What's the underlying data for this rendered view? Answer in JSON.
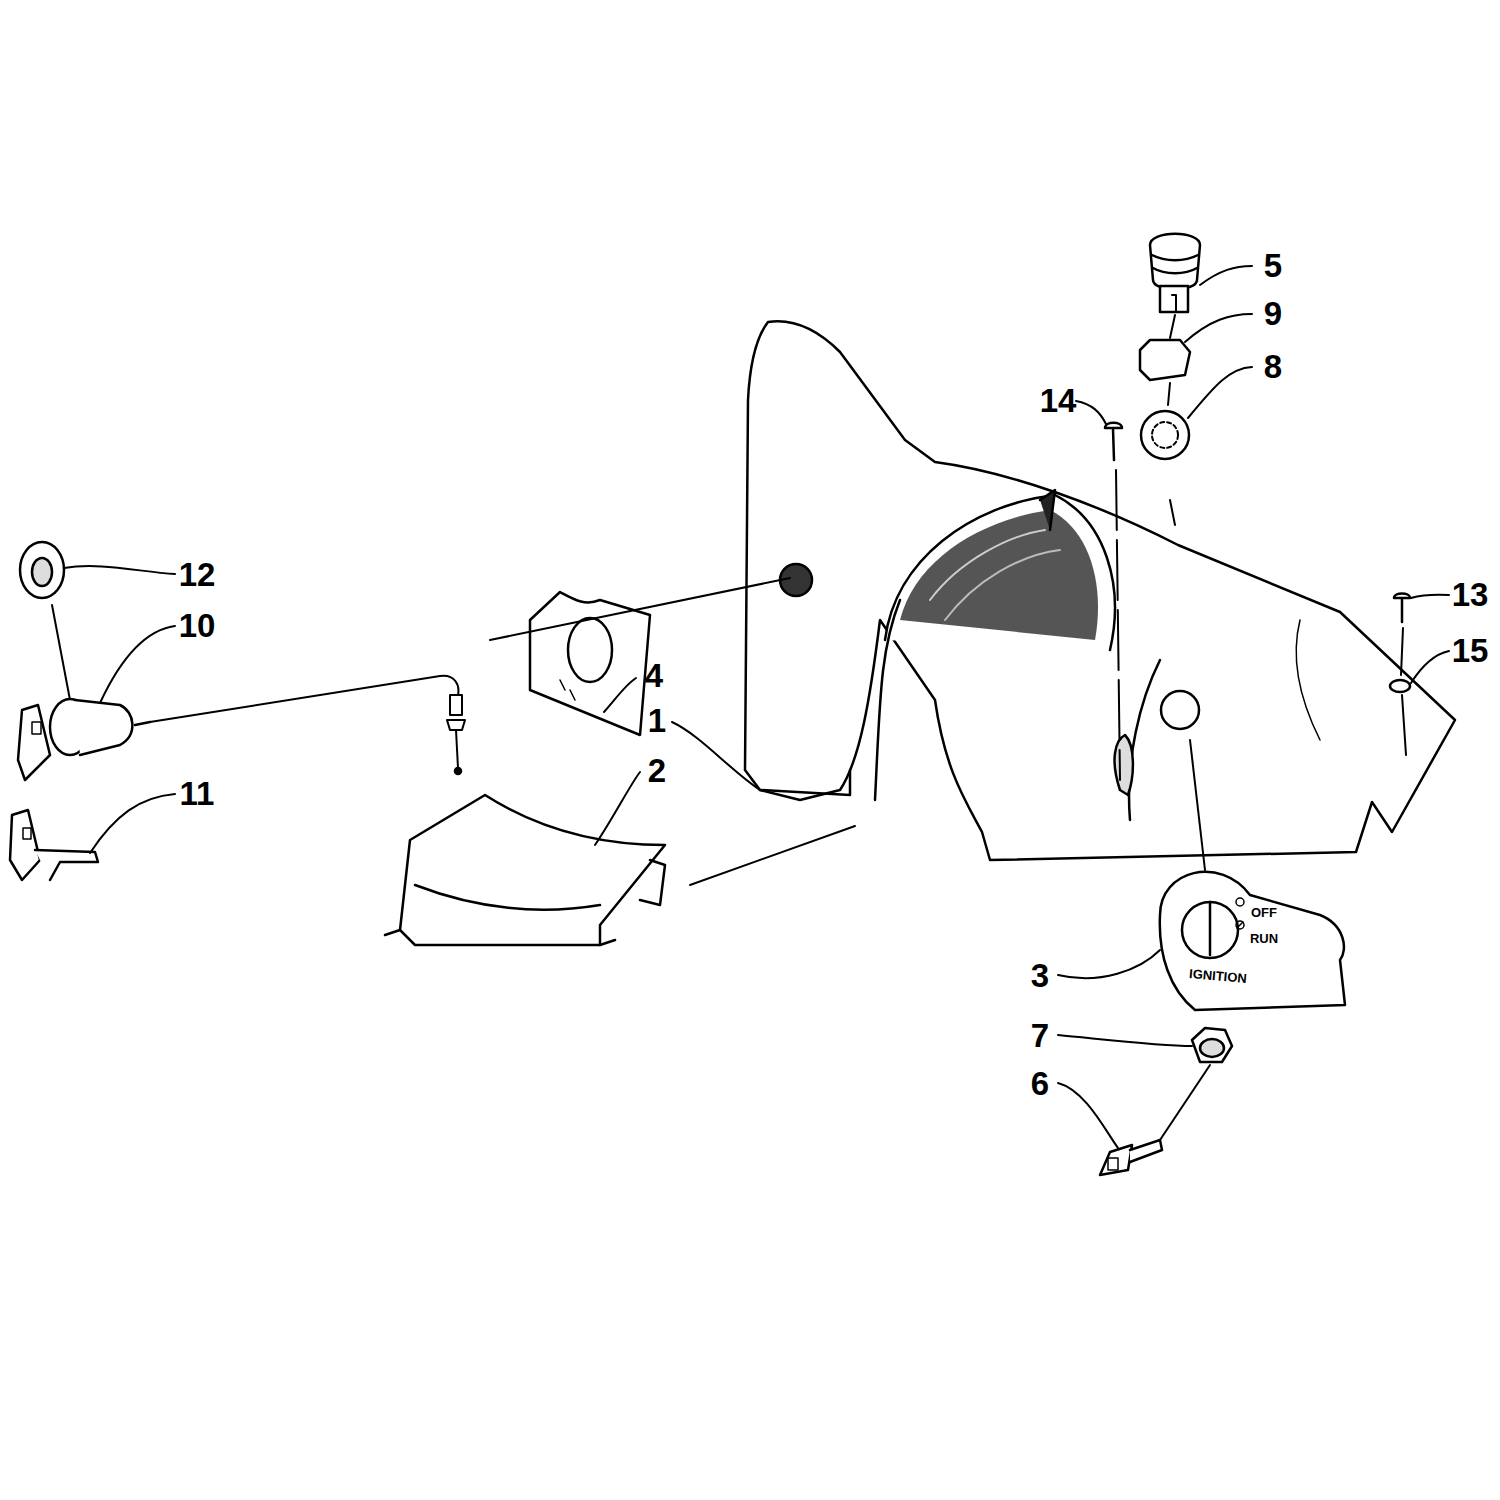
{
  "diagram": {
    "labels": [
      "5",
      "9",
      "8",
      "14",
      "13",
      "15",
      "12",
      "10",
      "4",
      "1",
      "2",
      "11",
      "3",
      "7",
      "6",
      "OFF",
      "RUN",
      "IGNITION"
    ]
  }
}
